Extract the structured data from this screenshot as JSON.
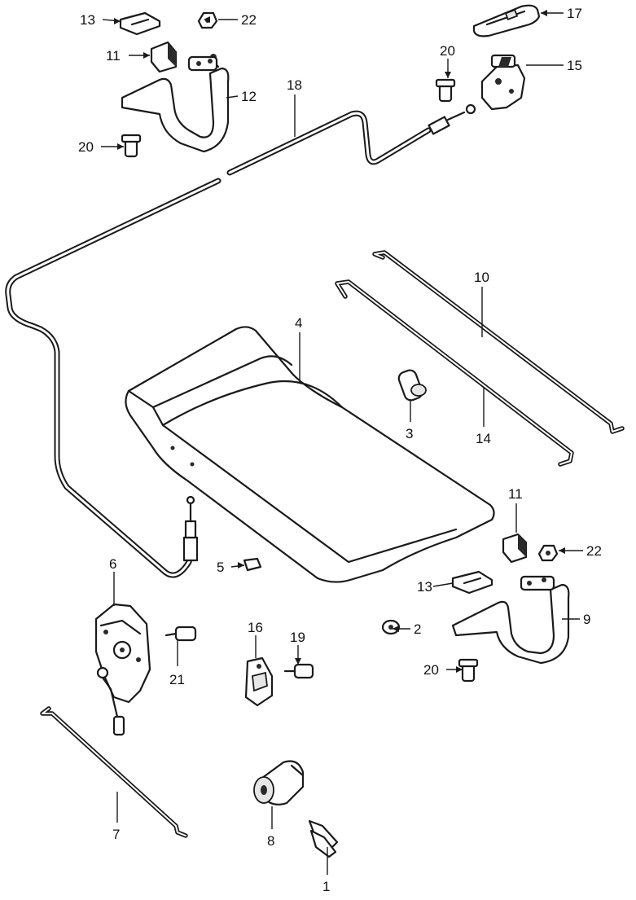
{
  "callouts": {
    "p1": "1",
    "p2": "2",
    "p3": "3",
    "p4": "4",
    "p5": "5",
    "p6": "6",
    "p7": "7",
    "p8": "8",
    "p9": "9",
    "p10": "10",
    "p11a": "11",
    "p11b": "11",
    "p12": "12",
    "p13a": "13",
    "p13b": "13",
    "p14": "14",
    "p15": "15",
    "p16": "16",
    "p17": "17",
    "p18": "18",
    "p19": "19",
    "p20a": "20",
    "p20b": "20",
    "p20c": "20",
    "p21": "21",
    "p22a": "22",
    "p22b": "22"
  }
}
